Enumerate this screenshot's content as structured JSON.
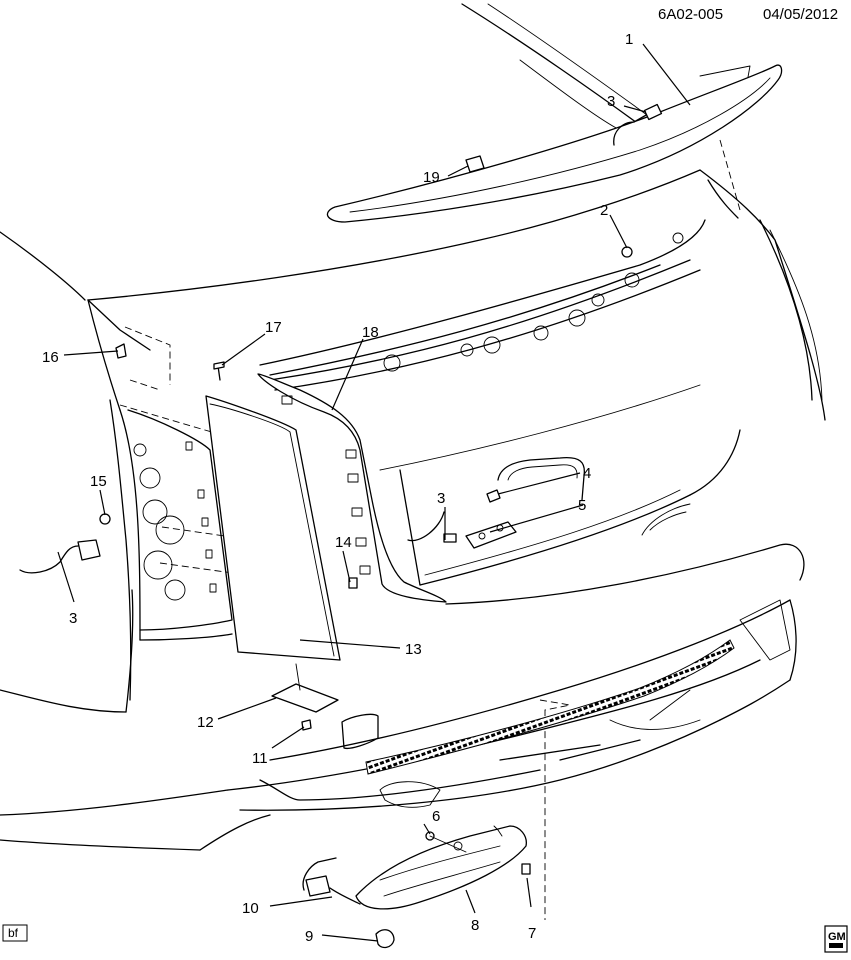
{
  "header": {
    "diagram_code": "6A02-005",
    "date": "04/05/2012"
  },
  "footer": {
    "initials": "bf",
    "brand_logo": "GM"
  },
  "callouts": [
    "1",
    "2",
    "3",
    "3",
    "3",
    "4",
    "5",
    "6",
    "7",
    "8",
    "9",
    "10",
    "11",
    "12",
    "13",
    "14",
    "15",
    "16",
    "17",
    "18",
    "19"
  ]
}
